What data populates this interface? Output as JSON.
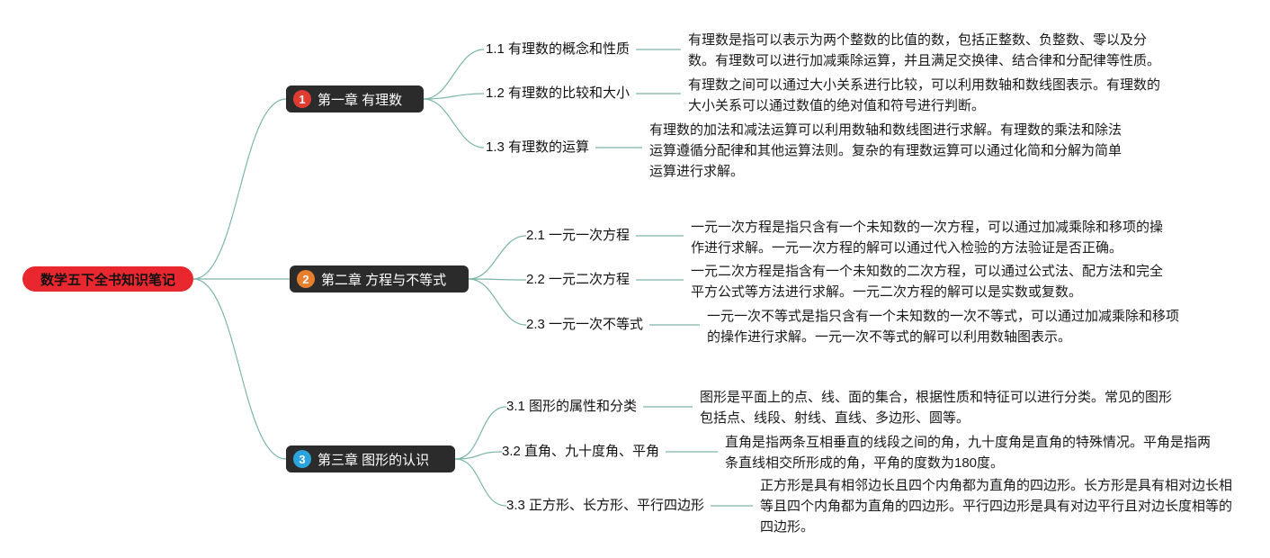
{
  "root": {
    "title": "数学五下全书知识笔记",
    "color": "#e8282e",
    "text_color": "#111111"
  },
  "colors": {
    "connector": "#7fb5a9",
    "chapter_bg": "#2b2b2b",
    "chapter_text": "#ffffff",
    "detail_text": "#1a1a1a",
    "canvas_bg": "#ffffff"
  },
  "branches": [
    {
      "number": "1",
      "badge_color": "#e03c31",
      "title": "第一章 有理数",
      "subtopics": [
        {
          "label": "1.1 有理数的概念和性质",
          "detail": "有理数是指可以表示为两个整数的比值的数，包括正整数、负整数、零以及分数。有理数可以进行加减乘除运算，并且满足交换律、结合律和分配律等性质。"
        },
        {
          "label": "1.2 有理数的比较和大小",
          "detail": "有理数之间可以通过大小关系进行比较，可以利用数轴和数线图表示。有理数的大小关系可以通过数值的绝对值和符号进行判断。"
        },
        {
          "label": "1.3 有理数的运算",
          "detail": "有理数的加法和减法运算可以利用数轴和数线图进行求解。有理数的乘法和除法运算遵循分配律和其他运算法则。复杂的有理数运算可以通过化简和分解为简单运算进行求解。"
        }
      ]
    },
    {
      "number": "2",
      "badge_color": "#e87f2e",
      "title": "第二章 方程与不等式",
      "subtopics": [
        {
          "label": "2.1 一元一次方程",
          "detail": "一元一次方程是指只含有一个未知数的一次方程，可以通过加减乘除和移项的操作进行求解。一元一次方程的解可以通过代入检验的方法验证是否正确。"
        },
        {
          "label": "2.2 一元二次方程",
          "detail": "一元二次方程是指含有一个未知数的二次方程，可以通过公式法、配方法和完全平方公式等方法进行求解。一元二次方程的解可以是实数或复数。"
        },
        {
          "label": "2.3 一元一次不等式",
          "detail": "一元一次不等式是指只含有一个未知数的一次不等式，可以通过加减乘除和移项的操作进行求解。一元一次不等式的解可以利用数轴图表示。"
        }
      ]
    },
    {
      "number": "3",
      "badge_color": "#2ba3dc",
      "title": "第三章 图形的认识",
      "subtopics": [
        {
          "label": "3.1 图形的属性和分类",
          "detail": "图形是平面上的点、线、面的集合，根据性质和特征可以进行分类。常见的图形包括点、线段、射线、直线、多边形、圆等。"
        },
        {
          "label": "3.2 直角、九十度角、平角",
          "detail": "直角是指两条互相垂直的线段之间的角，九十度角是直角的特殊情况。平角是指两条直线相交所形成的角，平角的度数为180度。"
        },
        {
          "label": "3.3 正方形、长方形、平行四边形",
          "detail": "正方形是具有相邻边长且四个内角都为直角的四边形。长方形是具有相对边长相等且四个内角都为直角的四边形。平行四边形是具有对边平行且对边长度相等的四边形。"
        }
      ]
    }
  ]
}
